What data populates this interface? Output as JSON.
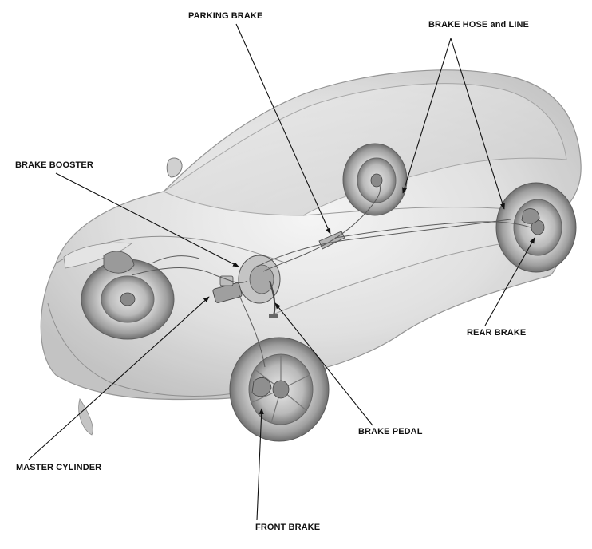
{
  "labels": {
    "parking_brake": "PARKING BRAKE",
    "brake_hose_and_line": "BRAKE HOSE and LINE",
    "brake_booster": "BRAKE BOOSTER",
    "rear_brake": "REAR BRAKE",
    "brake_pedal": "BRAKE PEDAL",
    "master_cylinder": "MASTER CYLINDER",
    "front_brake": "FRONT BRAKE"
  },
  "colors": {
    "ink": "#111111",
    "body_shade": "#cfcfcf",
    "background": "#ffffff"
  }
}
